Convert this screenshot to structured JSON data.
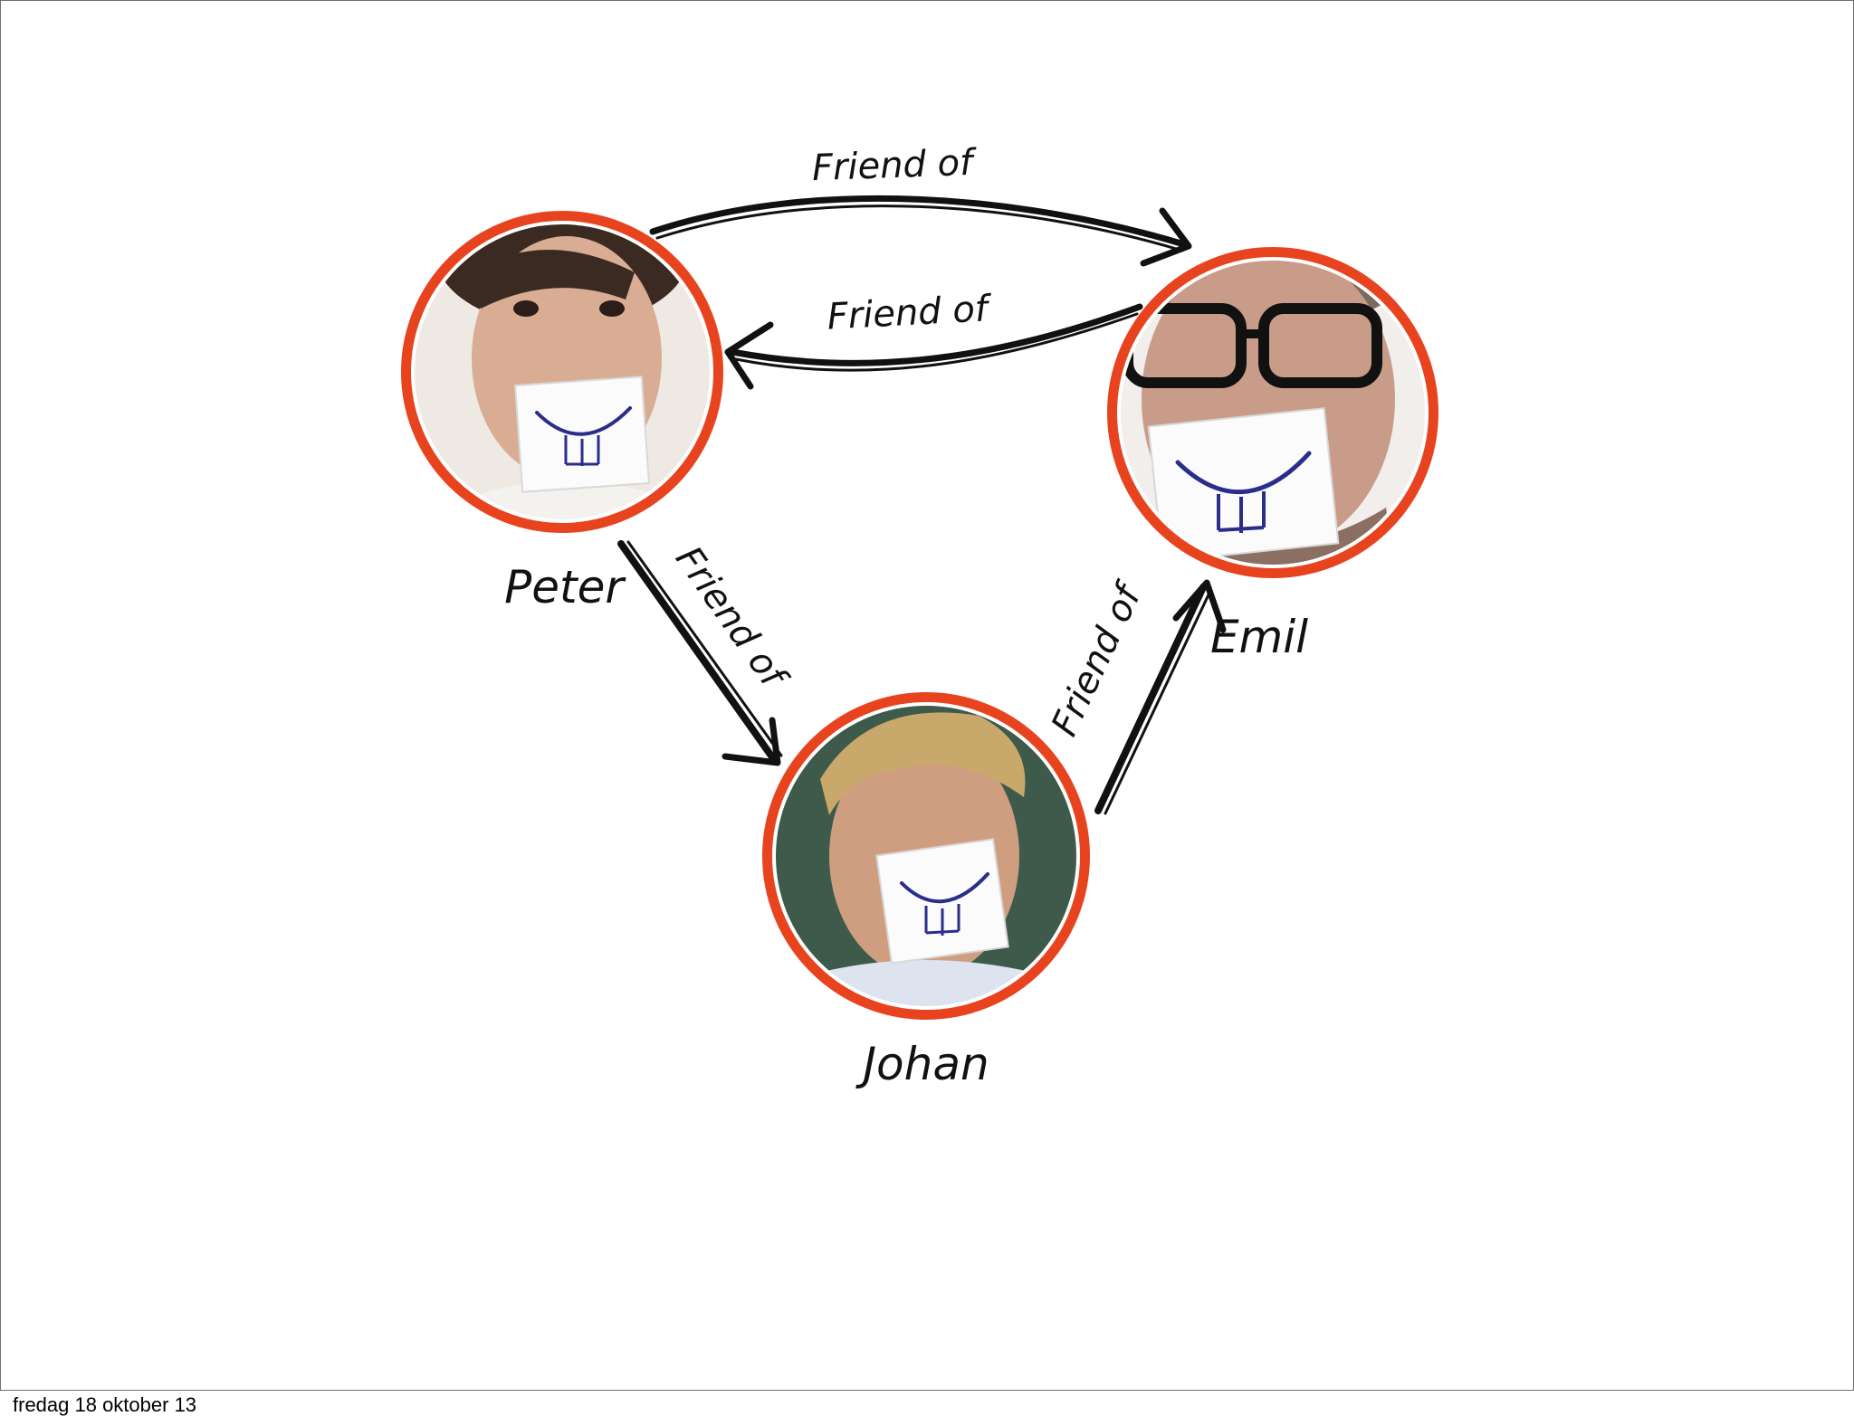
{
  "colors": {
    "ring": "#e8431f",
    "arrow": "#111111",
    "background": "#ffffff",
    "border": "#6e6e6e"
  },
  "nodes": [
    {
      "id": "peter",
      "label": "Peter",
      "skin": "#d9ad93",
      "hair": "#3a2a22",
      "background": "#efe9e4",
      "glasses": false
    },
    {
      "id": "emil",
      "label": "Emil",
      "skin": "#c99c89",
      "hair": "#7b6a60",
      "background": "#f1eeec",
      "glasses": true
    },
    {
      "id": "johan",
      "label": "Johan",
      "skin": "#cf9d80",
      "hair": "#c9a86b",
      "background": "#3d5a4a",
      "glasses": false
    }
  ],
  "edges": [
    {
      "id": "peter-to-emil",
      "from": "peter",
      "to": "emil",
      "label": "Friend of"
    },
    {
      "id": "emil-to-peter",
      "from": "emil",
      "to": "peter",
      "label": "Friend of"
    },
    {
      "id": "peter-to-johan",
      "from": "peter",
      "to": "johan",
      "label": "Friend of"
    },
    {
      "id": "johan-to-emil",
      "from": "johan",
      "to": "emil",
      "label": "Friend of"
    }
  ],
  "footer": {
    "date": "fredag 18 oktober 13"
  }
}
